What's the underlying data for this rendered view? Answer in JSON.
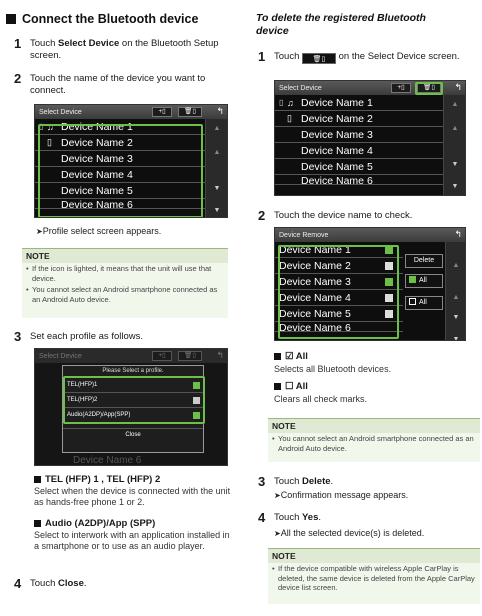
{
  "left": {
    "title": "Connect the Bluetooth device",
    "step1": {
      "num": "1",
      "pre": "Touch ",
      "bold": "Select Device",
      "post": " on the Bluetooth Setup screen."
    },
    "step2": {
      "num": "2",
      "text": "Touch the name of the device you want to connect."
    },
    "screen1": {
      "header": "Select Device",
      "btn_add": "+▯",
      "btn_remove": "🗑▯",
      "back": "↰",
      "devices": [
        "Device Name 1",
        "Device Name 2",
        "Device Name 3",
        "Device Name 4",
        "Device Name 5",
        "Device Name 6"
      ],
      "scroll_up": "▲",
      "scroll_up2": "▲",
      "scroll_down": "▼",
      "scroll_down2": "▼"
    },
    "after2": "Profile select screen appears.",
    "note1": {
      "head": "NOTE",
      "items": [
        "If the icon is lighted, it means that the unit will use that device.",
        "You cannot select an Android smartphone connected as an Android Auto device."
      ]
    },
    "step3": {
      "num": "3",
      "text": "Set each profile as follows."
    },
    "screen2": {
      "header": "Select Device",
      "popup_title": "Please Select a profile.",
      "profiles": [
        "TEL(HFP)1",
        "TEL(HFP)2",
        "Audio(A2DP)/App(SPP)"
      ],
      "close": "Close",
      "bottom_device": "Device Name 6"
    },
    "desc1": {
      "head": "TEL (HFP) 1 , TEL (HFP) 2",
      "text": "Select when the device is connected with the unit as hands-free phone 1 or 2."
    },
    "desc2": {
      "head": "Audio (A2DP)/App (SPP)",
      "text": "Select to interwork with an application installed in a smartphone or to use as an audio player."
    },
    "step4": {
      "num": "4",
      "pre": "Touch ",
      "bold": "Close",
      "post": "."
    }
  },
  "right": {
    "title": "To delete the registered Bluetooth device",
    "step1": {
      "num": "1",
      "pre": "Touch ",
      "post": " on the Select Device screen."
    },
    "screen1": {
      "header": "Select Device",
      "devices": [
        "Device Name 1",
        "Device Name 2",
        "Device Name 3",
        "Device Name 4",
        "Device Name 5",
        "Device Name 6"
      ]
    },
    "step2": {
      "num": "2",
      "text": "Touch the device name to check."
    },
    "screen2": {
      "header": "Device Remove",
      "devices": [
        "Device Name 1",
        "Device Name 2",
        "Device Name 3",
        "Device Name 4",
        "Device Name 5",
        "Device Name 6"
      ],
      "btn_delete": "Delete",
      "btn_all": "All",
      "btn_none": "All"
    },
    "desc_all": {
      "head": "☑ All",
      "text": "Selects all Bluetooth devices."
    },
    "desc_none": {
      "head": "☐ All",
      "text": "Clears all check marks."
    },
    "note2": {
      "head": "NOTE",
      "items": [
        "You cannot select an Android smartphone connected as an Android Auto device."
      ]
    },
    "step3": {
      "num": "3",
      "pre": "Touch ",
      "bold": "Delete",
      "post": "."
    },
    "after3": "Confirmation message appears.",
    "step4": {
      "num": "4",
      "pre": "Touch ",
      "bold": "Yes",
      "post": "."
    },
    "after4": "All the selected device(s) is deleted.",
    "note3": {
      "head": "NOTE",
      "items": [
        "If the device compatible with wireless Apple CarPlay is deleted, the same device is deleted from the Apple CarPlay device list screen."
      ]
    }
  }
}
